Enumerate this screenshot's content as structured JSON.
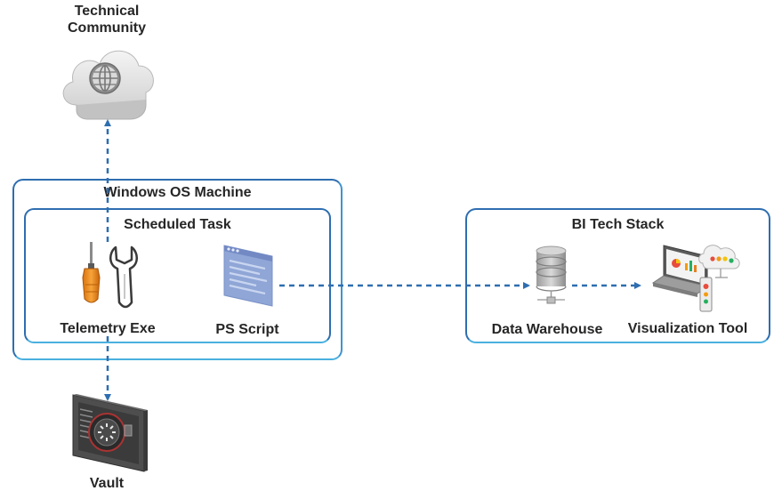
{
  "nodes": {
    "technical_community": {
      "line1": "Technical",
      "line2": "Community",
      "icon": "globe-cloud-icon"
    },
    "windows_machine": {
      "label": "Windows OS Machine"
    },
    "scheduled_task": {
      "label": "Scheduled Task"
    },
    "telemetry_exe": {
      "label": "Telemetry Exe",
      "icon": "screwdriver-wrench-icon"
    },
    "ps_script": {
      "label": "PS Script",
      "icon": "script-window-icon"
    },
    "bi_stack": {
      "label": "BI Tech Stack"
    },
    "data_warehouse": {
      "label": "Data Warehouse",
      "icon": "database-server-icon"
    },
    "visualization_tool": {
      "label": "Visualization Tool",
      "icon": "laptop-dashboard-icon"
    },
    "vault": {
      "label": "Vault",
      "icon": "vault-safe-icon"
    }
  },
  "edges": [
    {
      "from": "telemetry_exe",
      "to": "technical_community",
      "style": "dashed"
    },
    {
      "from": "telemetry_exe",
      "to": "vault",
      "style": "dashed"
    },
    {
      "from": "ps_script",
      "to": "data_warehouse",
      "style": "dashed"
    },
    {
      "from": "data_warehouse",
      "to": "visualization_tool",
      "style": "dashed"
    }
  ],
  "colors": {
    "outer_border": "#2e6eb0",
    "outer_border_light": "#4ab0df",
    "inner_border": "#2e6eb0",
    "arrow": "#2e6eb0",
    "text": "#262626"
  }
}
